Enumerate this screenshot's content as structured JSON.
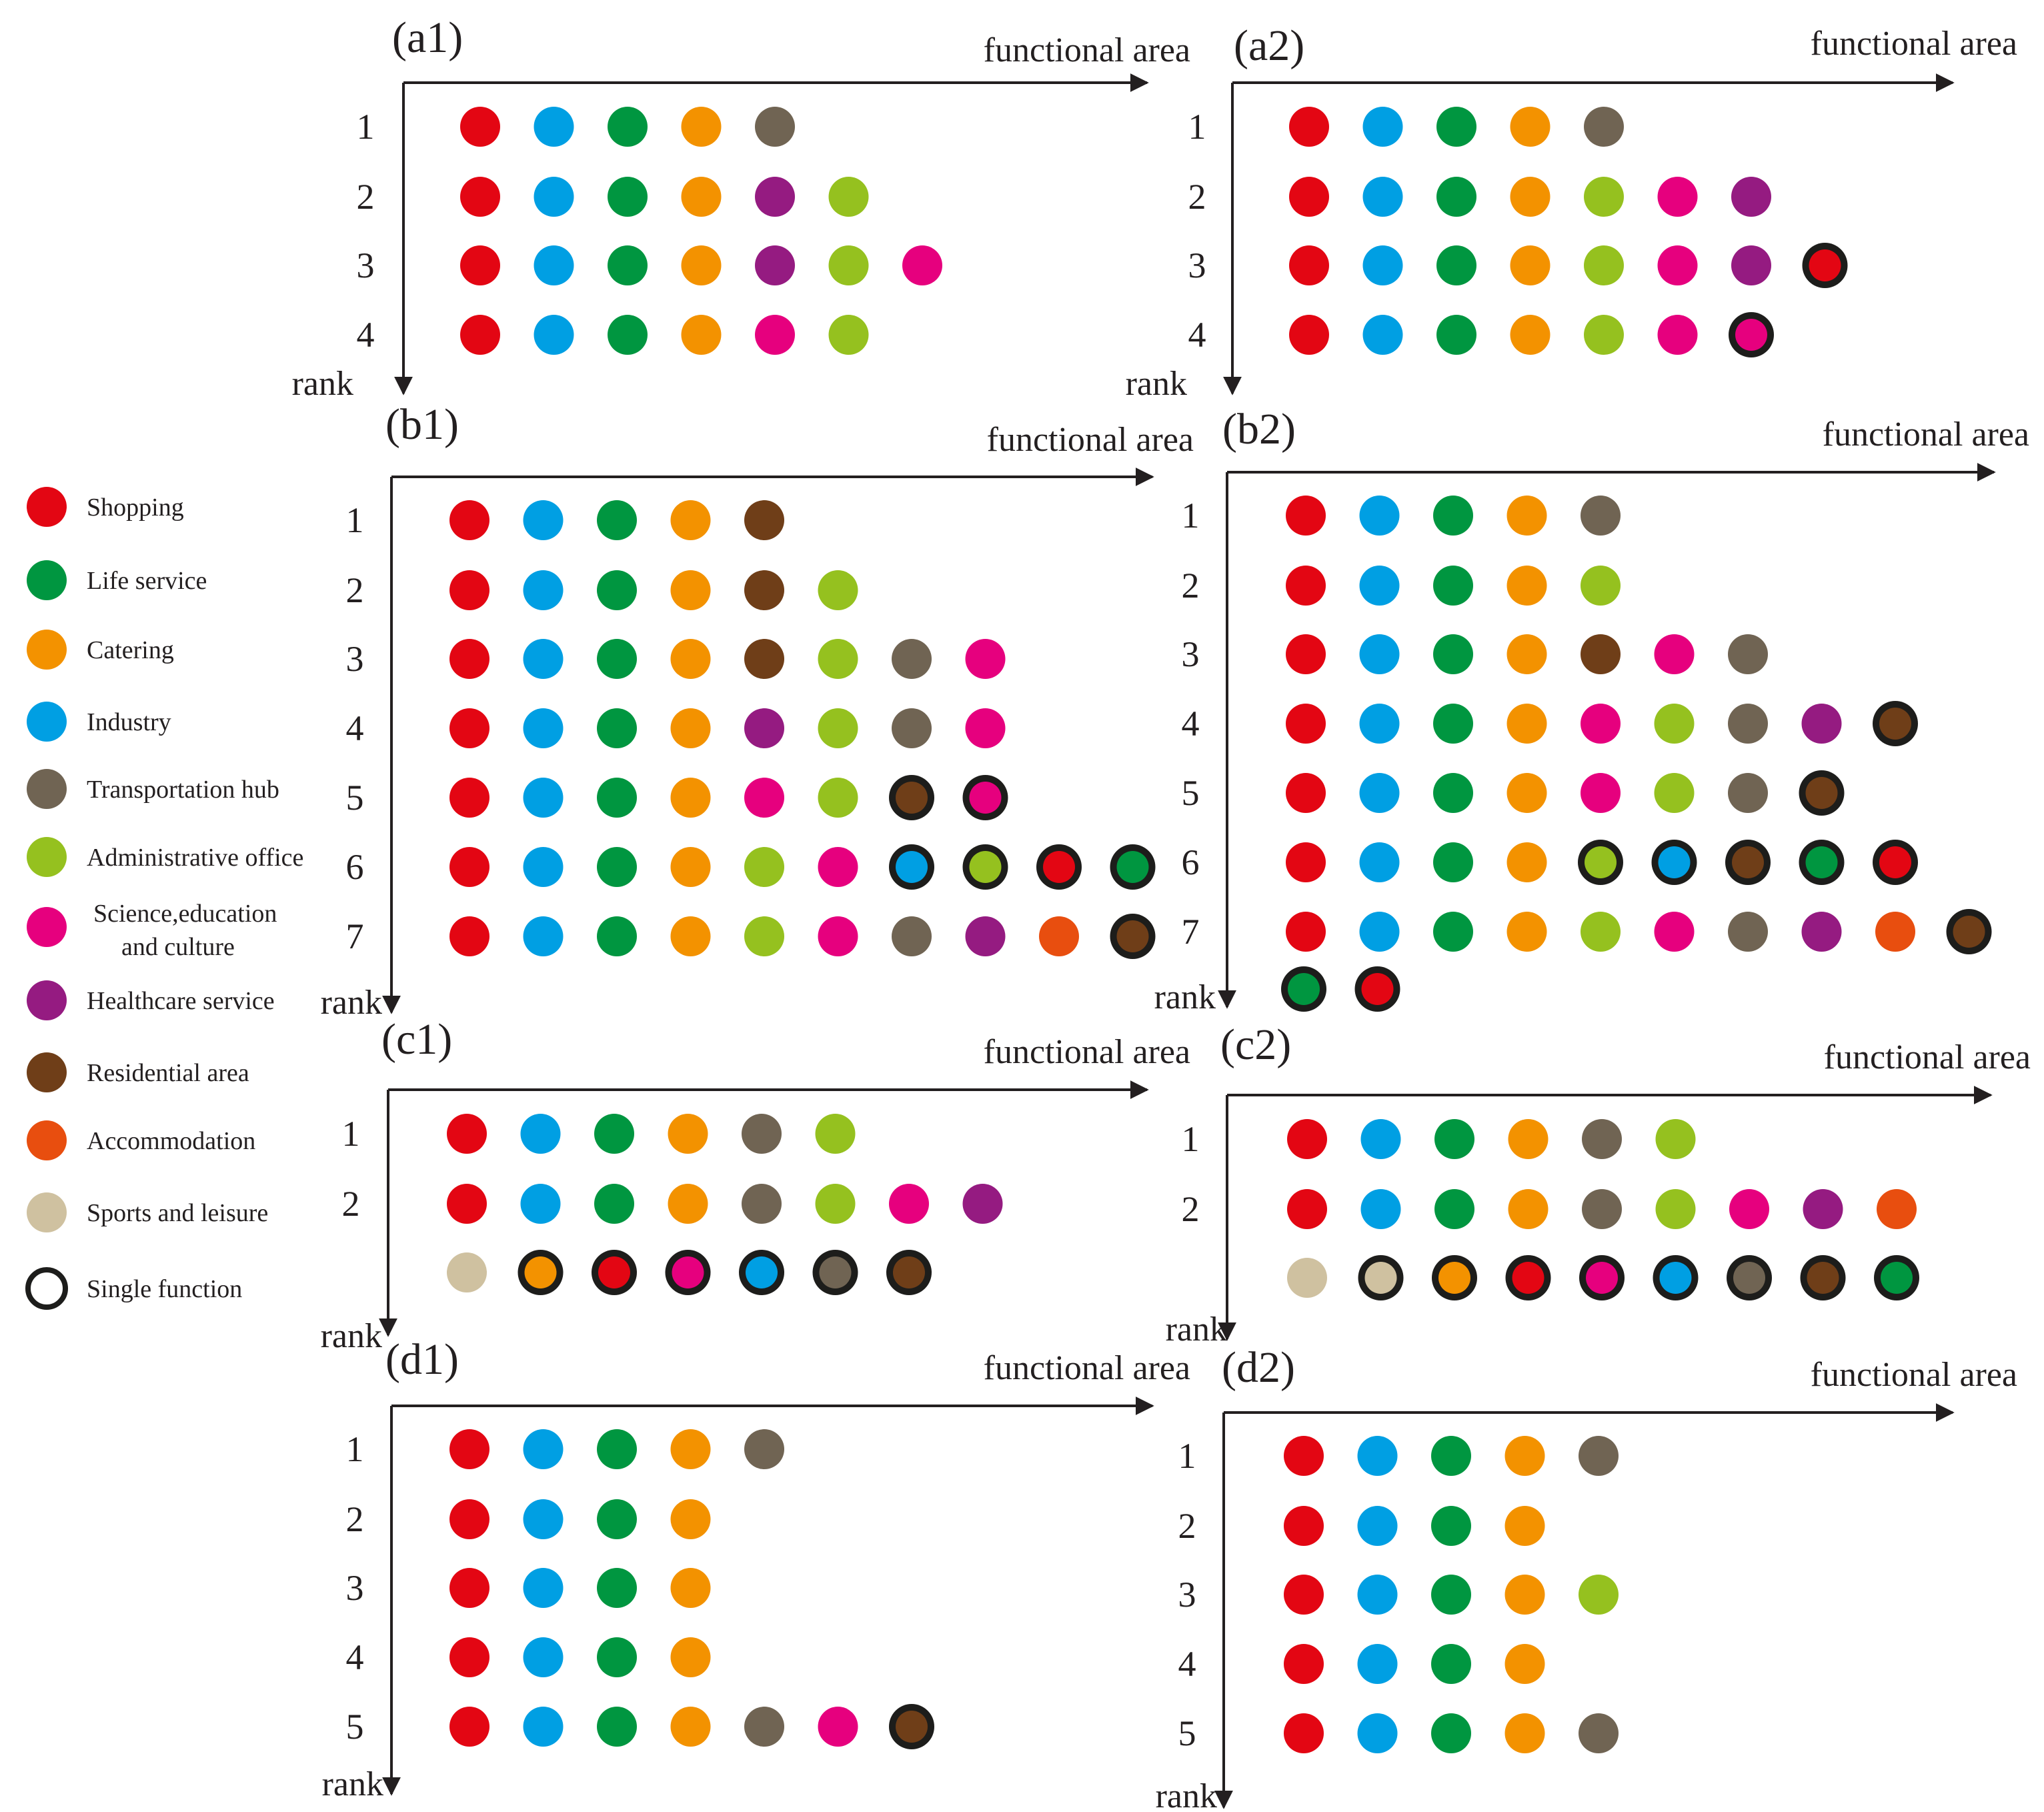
{
  "colors": {
    "shopping": "#e30613",
    "industry": "#009fe3",
    "life_service": "#009640",
    "catering": "#f39200",
    "transportation_hub": "#706453",
    "administrative_office": "#95c11f",
    "science_education_culture": "#e6007e",
    "healthcare_service": "#951b81",
    "residential_area": "#6f3e18",
    "accommodation": "#e84e0f",
    "sports_leisure": "#cfc1a0",
    "single_ring": "#1d1d1b",
    "axis": "#231f20"
  },
  "axis_labels": {
    "x": "functional area",
    "y": "rank"
  },
  "legend": [
    {
      "key": "shopping",
      "label": "Shopping"
    },
    {
      "key": "life_service",
      "label": "Life service"
    },
    {
      "key": "catering",
      "label": "Catering"
    },
    {
      "key": "industry",
      "label": "Industry"
    },
    {
      "key": "transportation_hub",
      "label": "Transportation hub"
    },
    {
      "key": "administrative_office",
      "label": "Administrative office"
    },
    {
      "key": "science_education_culture",
      "label": [
        "Science,education",
        "and culture"
      ]
    },
    {
      "key": "healthcare_service",
      "label": "Healthcare service"
    },
    {
      "key": "residential_area",
      "label": "Residential area"
    },
    {
      "key": "accommodation",
      "label": "Accommodation"
    },
    {
      "key": "sports_leisure",
      "label": "Sports and leisure"
    },
    {
      "key": "single",
      "label": "Single function",
      "single": true
    }
  ],
  "panels": [
    {
      "id": "a1",
      "label": "(a1)",
      "rows": [
        {
          "rank": "1",
          "items": [
            "shopping",
            "industry",
            "life_service",
            "catering",
            "transportation_hub"
          ]
        },
        {
          "rank": "2",
          "items": [
            "shopping",
            "industry",
            "life_service",
            "catering",
            "healthcare_service",
            "administrative_office"
          ]
        },
        {
          "rank": "3",
          "items": [
            "shopping",
            "industry",
            "life_service",
            "catering",
            "healthcare_service",
            "administrative_office",
            "science_education_culture"
          ]
        },
        {
          "rank": "4",
          "items": [
            "shopping",
            "industry",
            "life_service",
            "catering",
            "science_education_culture",
            "administrative_office"
          ]
        }
      ]
    },
    {
      "id": "a2",
      "label": "(a2)",
      "rows": [
        {
          "rank": "1",
          "items": [
            "shopping",
            "industry",
            "life_service",
            "catering",
            "transportation_hub"
          ]
        },
        {
          "rank": "2",
          "items": [
            "shopping",
            "industry",
            "life_service",
            "catering",
            "administrative_office",
            "science_education_culture",
            "healthcare_service"
          ]
        },
        {
          "rank": "3",
          "items": [
            "shopping",
            "industry",
            "life_service",
            "catering",
            "administrative_office",
            "science_education_culture",
            "healthcare_service",
            "shopping*"
          ]
        },
        {
          "rank": "4",
          "items": [
            "shopping",
            "industry",
            "life_service",
            "catering",
            "administrative_office",
            "science_education_culture",
            "science_education_culture*"
          ]
        }
      ]
    },
    {
      "id": "b1",
      "label": "(b1)",
      "rows": [
        {
          "rank": "1",
          "items": [
            "shopping",
            "industry",
            "life_service",
            "catering",
            "residential_area"
          ]
        },
        {
          "rank": "2",
          "items": [
            "shopping",
            "industry",
            "life_service",
            "catering",
            "residential_area",
            "administrative_office"
          ]
        },
        {
          "rank": "3",
          "items": [
            "shopping",
            "industry",
            "life_service",
            "catering",
            "residential_area",
            "administrative_office",
            "transportation_hub",
            "science_education_culture"
          ]
        },
        {
          "rank": "4",
          "items": [
            "shopping",
            "industry",
            "life_service",
            "catering",
            "healthcare_service",
            "administrative_office",
            "transportation_hub",
            "science_education_culture"
          ]
        },
        {
          "rank": "5",
          "items": [
            "shopping",
            "industry",
            "life_service",
            "catering",
            "science_education_culture",
            "administrative_office",
            "residential_area*",
            "science_education_culture*"
          ]
        },
        {
          "rank": "6",
          "items": [
            "shopping",
            "industry",
            "life_service",
            "catering",
            "administrative_office",
            "science_education_culture",
            "industry*",
            "administrative_office*",
            "shopping*",
            "life_service*"
          ]
        },
        {
          "rank": "7",
          "items": [
            "shopping",
            "industry",
            "life_service",
            "catering",
            "administrative_office",
            "science_education_culture",
            "transportation_hub",
            "healthcare_service",
            "accommodation",
            "residential_area*"
          ]
        }
      ]
    },
    {
      "id": "b2",
      "label": "(b2)",
      "rows": [
        {
          "rank": "1",
          "items": [
            "shopping",
            "industry",
            "life_service",
            "catering",
            "transportation_hub"
          ]
        },
        {
          "rank": "2",
          "items": [
            "shopping",
            "industry",
            "life_service",
            "catering",
            "administrative_office"
          ]
        },
        {
          "rank": "3",
          "items": [
            "shopping",
            "industry",
            "life_service",
            "catering",
            "residential_area",
            "science_education_culture",
            "transportation_hub"
          ]
        },
        {
          "rank": "4",
          "items": [
            "shopping",
            "industry",
            "life_service",
            "catering",
            "science_education_culture",
            "administrative_office",
            "transportation_hub",
            "healthcare_service",
            "residential_area*"
          ]
        },
        {
          "rank": "5",
          "items": [
            "shopping",
            "industry",
            "life_service",
            "catering",
            "science_education_culture",
            "administrative_office",
            "transportation_hub",
            "residential_area*"
          ]
        },
        {
          "rank": "6",
          "items": [
            "shopping",
            "industry",
            "life_service",
            "catering",
            "administrative_office*",
            "industry*",
            "residential_area*",
            "life_service*",
            "shopping*"
          ]
        },
        {
          "rank": "7",
          "items": [
            "shopping",
            "industry",
            "life_service",
            "catering",
            "administrative_office",
            "science_education_culture",
            "transportation_hub",
            "healthcare_service",
            "accommodation",
            "residential_area*"
          ]
        }
      ],
      "overflow": [
        "life_service*",
        "shopping*"
      ]
    },
    {
      "id": "c1",
      "label": "(c1)",
      "rows": [
        {
          "rank": "1",
          "items": [
            "shopping",
            "industry",
            "life_service",
            "catering",
            "transportation_hub",
            "administrative_office"
          ]
        },
        {
          "rank": "2",
          "items": [
            "shopping",
            "industry",
            "life_service",
            "catering",
            "transportation_hub",
            "administrative_office",
            "science_education_culture",
            "healthcare_service"
          ]
        },
        {
          "rank": "",
          "items": [
            "sports_leisure",
            "catering*",
            "shopping*",
            "science_education_culture*",
            "industry*",
            "transportation_hub*",
            "residential_area*"
          ]
        }
      ]
    },
    {
      "id": "c2",
      "label": "(c2)",
      "rows": [
        {
          "rank": "1",
          "items": [
            "shopping",
            "industry",
            "life_service",
            "catering",
            "transportation_hub",
            "administrative_office"
          ]
        },
        {
          "rank": "2",
          "items": [
            "shopping",
            "industry",
            "life_service",
            "catering",
            "transportation_hub",
            "administrative_office",
            "science_education_culture",
            "healthcare_service",
            "accommodation"
          ]
        },
        {
          "rank": "",
          "items": [
            "sports_leisure",
            "sports_leisure*",
            "catering*",
            "shopping*",
            "science_education_culture*",
            "industry*",
            "transportation_hub*",
            "residential_area*",
            "life_service*"
          ]
        }
      ]
    },
    {
      "id": "d1",
      "label": "(d1)",
      "rows": [
        {
          "rank": "1",
          "items": [
            "shopping",
            "industry",
            "life_service",
            "catering",
            "transportation_hub"
          ]
        },
        {
          "rank": "2",
          "items": [
            "shopping",
            "industry",
            "life_service",
            "catering"
          ]
        },
        {
          "rank": "3",
          "items": [
            "shopping",
            "industry",
            "life_service",
            "catering"
          ]
        },
        {
          "rank": "4",
          "items": [
            "shopping",
            "industry",
            "life_service",
            "catering"
          ]
        },
        {
          "rank": "5",
          "items": [
            "shopping",
            "industry",
            "life_service",
            "catering",
            "transportation_hub",
            "science_education_culture",
            "residential_area*"
          ]
        }
      ]
    },
    {
      "id": "d2",
      "label": "(d2)",
      "rows": [
        {
          "rank": "1",
          "items": [
            "shopping",
            "industry",
            "life_service",
            "catering",
            "transportation_hub"
          ]
        },
        {
          "rank": "2",
          "items": [
            "shopping",
            "industry",
            "life_service",
            "catering"
          ]
        },
        {
          "rank": "3",
          "items": [
            "shopping",
            "industry",
            "life_service",
            "catering",
            "administrative_office"
          ]
        },
        {
          "rank": "4",
          "items": [
            "shopping",
            "industry",
            "life_service",
            "catering"
          ]
        },
        {
          "rank": "5",
          "items": [
            "shopping",
            "industry",
            "life_service",
            "catering",
            "transportation_hub"
          ]
        }
      ]
    }
  ]
}
